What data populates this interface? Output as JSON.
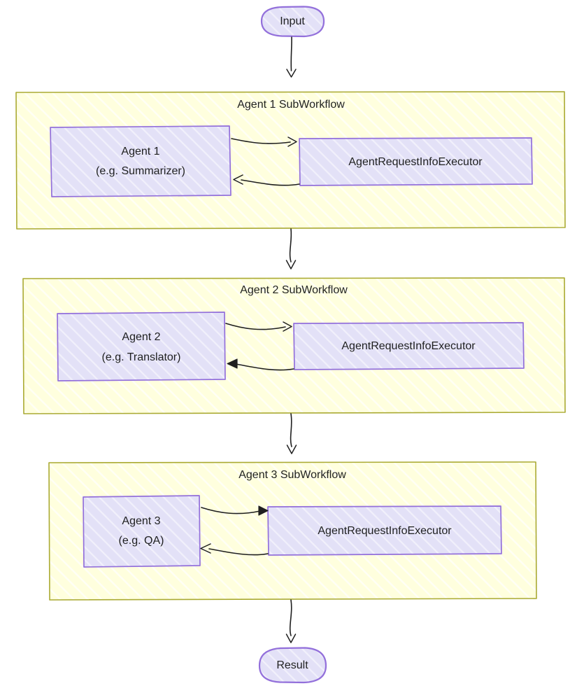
{
  "diagram": {
    "type": "flowchart",
    "direction": "top-to-bottom",
    "style": "hand-drawn",
    "background_color": "#ffffff",
    "colors": {
      "cluster_fill": "#ffffde",
      "cluster_stroke": "#aaaa33",
      "node_fill": "#e3e1f7",
      "node_stroke": "#9370db",
      "edge_stroke": "#1f1f1f",
      "text": "#1f2020"
    }
  },
  "terminals": {
    "start": {
      "label": "Input",
      "shape": "stadium"
    },
    "end": {
      "label": "Result",
      "shape": "stadium"
    }
  },
  "clusters": [
    {
      "id": "sub1",
      "title": "Agent 1 SubWorkflow",
      "nodes": [
        {
          "id": "agent1",
          "line1": "Agent 1",
          "line2": "(e.g. Summarizer)",
          "shape": "rect"
        },
        {
          "id": "exec1",
          "line1": "AgentRequestInfoExecutor",
          "line2": "",
          "shape": "rect"
        }
      ],
      "edges": [
        {
          "from": "agent1",
          "to": "exec1",
          "arrowhead": "open"
        },
        {
          "from": "exec1",
          "to": "agent1",
          "arrowhead": "open"
        }
      ]
    },
    {
      "id": "sub2",
      "title": "Agent 2 SubWorkflow",
      "nodes": [
        {
          "id": "agent2",
          "line1": "Agent 2",
          "line2": "(e.g. Translator)",
          "shape": "rect"
        },
        {
          "id": "exec2",
          "line1": "AgentRequestInfoExecutor",
          "line2": "",
          "shape": "rect"
        }
      ],
      "edges": [
        {
          "from": "agent2",
          "to": "exec2",
          "arrowhead": "open"
        },
        {
          "from": "exec2",
          "to": "agent2",
          "arrowhead": "solid"
        }
      ]
    },
    {
      "id": "sub3",
      "title": "Agent 3 SubWorkflow",
      "nodes": [
        {
          "id": "agent3",
          "line1": "Agent 3",
          "line2": "(e.g. QA)",
          "shape": "rect"
        },
        {
          "id": "exec3",
          "line1": "AgentRequestInfoExecutor",
          "line2": "",
          "shape": "rect"
        }
      ],
      "edges": [
        {
          "from": "agent3",
          "to": "exec3",
          "arrowhead": "solid"
        },
        {
          "from": "exec3",
          "to": "agent3",
          "arrowhead": "open"
        }
      ]
    }
  ],
  "flow_edges": [
    {
      "from": "start",
      "to": "sub1",
      "arrowhead": "open"
    },
    {
      "from": "sub1",
      "to": "sub2",
      "arrowhead": "open"
    },
    {
      "from": "sub2",
      "to": "sub3",
      "arrowhead": "open"
    },
    {
      "from": "sub3",
      "to": "end",
      "arrowhead": "open"
    }
  ]
}
